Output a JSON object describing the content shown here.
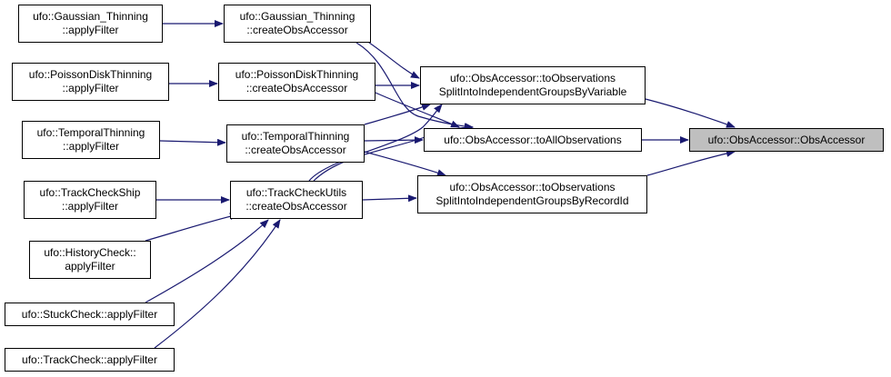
{
  "diagram": {
    "type": "call-graph",
    "colors": {
      "edge": "#191970",
      "node_border": "#000000",
      "focus_fill": "#bfbfbf"
    },
    "nodes": {
      "n_obsaccessor": {
        "lines": [
          "ufo::ObsAccessor::ObsAccessor"
        ]
      },
      "n_split_var": {
        "lines": [
          "ufo::ObsAccessor::toObservations",
          "SplitIntoIndependentGroupsByVariable"
        ]
      },
      "n_to_all": {
        "lines": [
          "ufo::ObsAccessor::toAllObservations"
        ]
      },
      "n_split_rec": {
        "lines": [
          "ufo::ObsAccessor::toObservations",
          "SplitIntoIndependentGroupsByRecordId"
        ]
      },
      "n_gt_create": {
        "lines": [
          "ufo::Gaussian_Thinning",
          "::createObsAccessor"
        ]
      },
      "n_pd_create": {
        "lines": [
          "ufo::PoissonDiskThinning",
          "::createObsAccessor"
        ]
      },
      "n_tt_create": {
        "lines": [
          "ufo::TemporalThinning",
          "::createObsAccessor"
        ]
      },
      "n_tcu_create": {
        "lines": [
          "ufo::TrackCheckUtils",
          "::createObsAccessor"
        ]
      },
      "n_gt_apply": {
        "lines": [
          "ufo::Gaussian_Thinning",
          "::applyFilter"
        ]
      },
      "n_pd_apply": {
        "lines": [
          "ufo::PoissonDiskThinning",
          "::applyFilter"
        ]
      },
      "n_tt_apply": {
        "lines": [
          "ufo::TemporalThinning",
          "::applyFilter"
        ]
      },
      "n_tcs_apply": {
        "lines": [
          "ufo::TrackCheckShip",
          "::applyFilter"
        ]
      },
      "n_hc_apply": {
        "lines": [
          "ufo::HistoryCheck::",
          "applyFilter"
        ]
      },
      "n_sc_apply": {
        "lines": [
          "ufo::StuckCheck::applyFilter"
        ]
      },
      "n_tc_apply": {
        "lines": [
          "ufo::TrackCheck::applyFilter"
        ]
      }
    },
    "edges": [
      {
        "from": "n_split_var",
        "to": "n_obsaccessor"
      },
      {
        "from": "n_to_all",
        "to": "n_obsaccessor"
      },
      {
        "from": "n_split_rec",
        "to": "n_obsaccessor"
      },
      {
        "from": "n_gt_create",
        "to": "n_split_var"
      },
      {
        "from": "n_gt_create",
        "to": "n_to_all"
      },
      {
        "from": "n_pd_create",
        "to": "n_split_var"
      },
      {
        "from": "n_pd_create",
        "to": "n_to_all"
      },
      {
        "from": "n_tt_create",
        "to": "n_split_var"
      },
      {
        "from": "n_tt_create",
        "to": "n_to_all"
      },
      {
        "from": "n_tt_create",
        "to": "n_split_rec"
      },
      {
        "from": "n_tcu_create",
        "to": "n_split_var"
      },
      {
        "from": "n_tcu_create",
        "to": "n_to_all"
      },
      {
        "from": "n_tcu_create",
        "to": "n_split_rec"
      },
      {
        "from": "n_gt_apply",
        "to": "n_gt_create"
      },
      {
        "from": "n_pd_apply",
        "to": "n_pd_create"
      },
      {
        "from": "n_tt_apply",
        "to": "n_tt_create"
      },
      {
        "from": "n_tcs_apply",
        "to": "n_tcu_create"
      },
      {
        "from": "n_hc_apply",
        "to": "n_tcu_create"
      },
      {
        "from": "n_sc_apply",
        "to": "n_tcu_create"
      },
      {
        "from": "n_tc_apply",
        "to": "n_tcu_create"
      }
    ]
  }
}
